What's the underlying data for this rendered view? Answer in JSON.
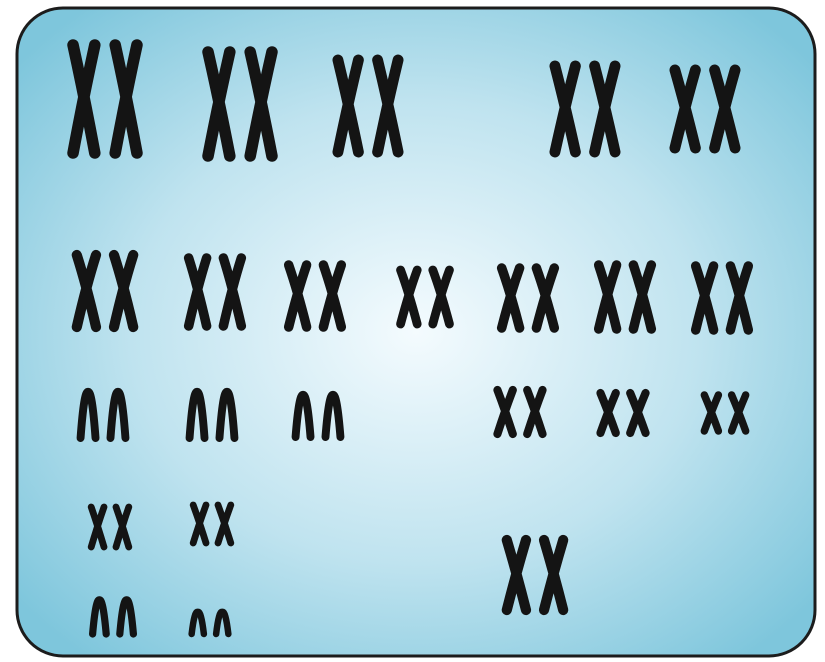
{
  "figure": {
    "subject": "karyotype",
    "panel_colors": {
      "edge": "#7ec6dc",
      "center": "#f4fbfe",
      "border": "#1c1c1c"
    },
    "chromosome_color": "#141414",
    "groups": [
      {
        "row": 1,
        "count": 5,
        "shape": "metacentric",
        "size": "large"
      },
      {
        "row": 2,
        "count": 7,
        "shape": "submetacentric",
        "size": "medium"
      },
      {
        "row": 3,
        "count": 3,
        "shape": "acrocentric",
        "size": "medium"
      },
      {
        "row": 3,
        "count": 3,
        "shape": "metacentric",
        "size": "small"
      },
      {
        "row": 4,
        "count": 2,
        "shape": "metacentric",
        "size": "small"
      },
      {
        "row": 5,
        "count": 2,
        "shape": "acrocentric",
        "size": "small"
      },
      {
        "row": 4,
        "count": 1,
        "shape": "sex-chromosome-pair",
        "size": "medium"
      }
    ],
    "total_pairs": 23
  }
}
